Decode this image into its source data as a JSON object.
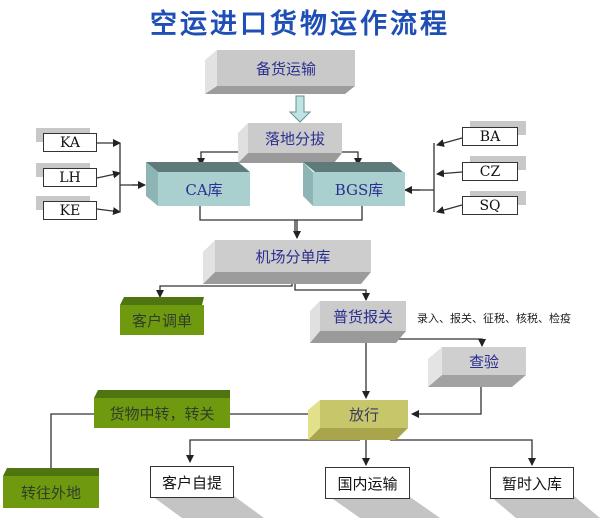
{
  "title": "空运进口货物运作流程",
  "nodes": {
    "prepare_transport": "备货运输",
    "landing_sort": "落地分拔",
    "ca_warehouse": "CA库",
    "bgs_warehouse": "BGS库",
    "airport_manifest_warehouse": "机场分单库",
    "customer_adjust": "客户调单",
    "general_declaration": "普货报关",
    "inspection": "查验",
    "release": "放行",
    "transit": "货物中转，转关",
    "to_other_region": "转往外地",
    "customer_pickup": "客户自提",
    "domestic_transport": "国内运输",
    "temporary_storage": "暂时入库"
  },
  "airlines_left": [
    "KA",
    "LH",
    "KE"
  ],
  "airlines_right": [
    "BA",
    "CZ",
    "SQ"
  ],
  "declaration_note": "录入、报关、征税、核税、检疫",
  "colors": {
    "title": "#1f4fb5",
    "gray_box": "#c9c9c9",
    "teal_box": "#a9cfcf",
    "green_box": "#6f9a10",
    "olive_box": "#c8c66a",
    "node_text": "#2b2f8f"
  }
}
